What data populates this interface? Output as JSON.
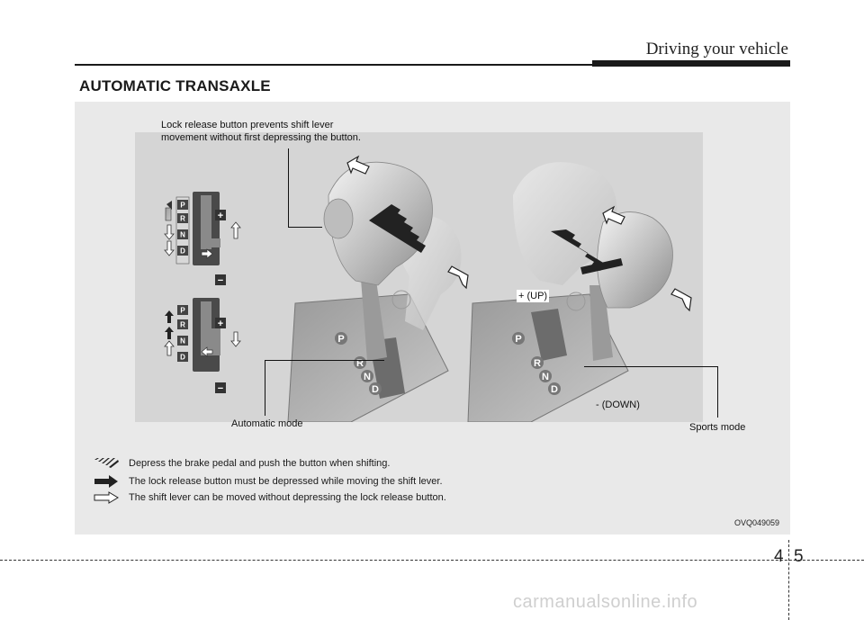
{
  "header": {
    "chapter_title": "Driving your vehicle",
    "section_title": "AUTOMATIC TRANSAXLE"
  },
  "figure": {
    "callouts": {
      "lock_release_line1": "Lock release button prevents shift lever",
      "lock_release_line2": "movement without first depressing the button.",
      "up": "+ (UP)",
      "down": "- (DOWN)",
      "automatic_mode": "Automatic mode",
      "sports_mode": "Sports mode"
    },
    "gate_letters": [
      "P",
      "R",
      "N",
      "D"
    ],
    "legend": [
      {
        "icon": "hatched-arrow-icon",
        "text": "Depress the brake pedal and push the button when shifting."
      },
      {
        "icon": "solid-arrow-icon",
        "text": "The lock release button must be depressed while moving the shift lever."
      },
      {
        "icon": "outline-arrow-icon",
        "text": "The shift lever can be moved without depressing the lock release button."
      }
    ],
    "figure_code": "OVQ049059"
  },
  "footer": {
    "page_chapter": "4",
    "page_number": "5",
    "watermark": "carmanualsonline.info"
  }
}
